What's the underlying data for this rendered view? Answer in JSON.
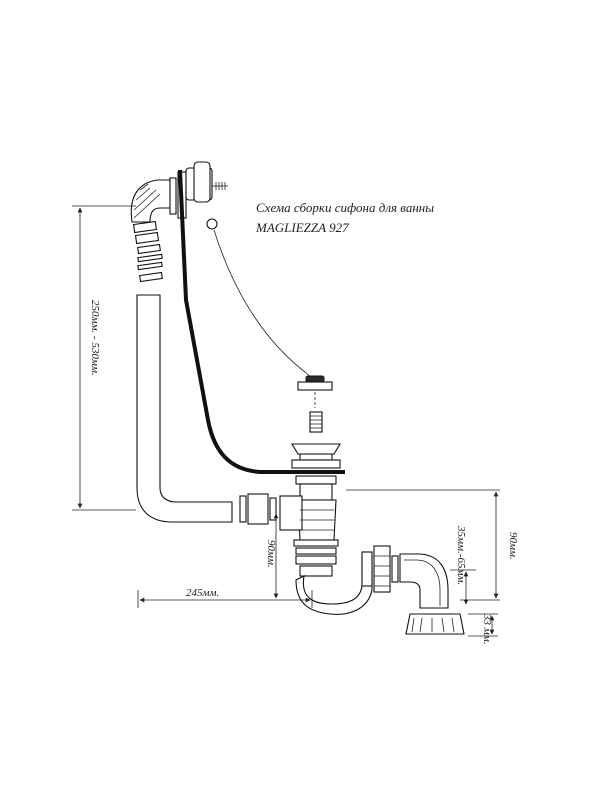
{
  "title": {
    "line1": "Схема сборки сифона для ванны",
    "line2": "MAGLIEZZA 927"
  },
  "dimensions": {
    "overflow_height": "250мм. - 530мм.",
    "horizontal": "245мм.",
    "drain_depth": "90мм.",
    "outlet_height": "90мм.",
    "adjust_range": "35мм.-65мм.",
    "cone_height": "33 мм."
  }
}
